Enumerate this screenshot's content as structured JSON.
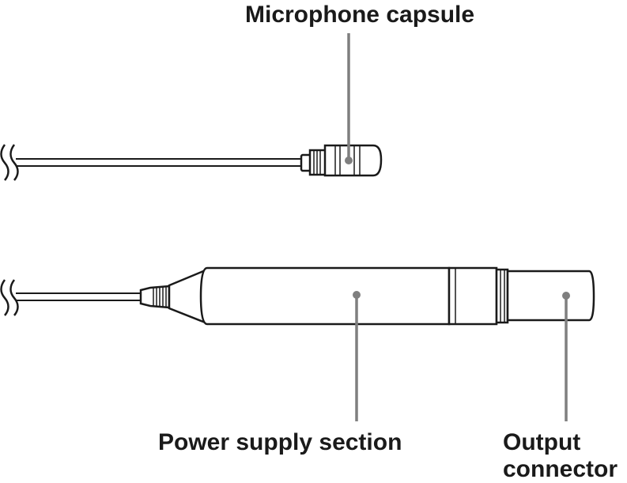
{
  "labels": {
    "microphone_capsule": "Microphone capsule",
    "power_supply_section": "Power supply section",
    "output_connector_line1": "Output",
    "output_connector_line2": "connector"
  },
  "colors": {
    "outline": "#1a1a1a",
    "leader": "#7f7f7f",
    "background": "#ffffff"
  }
}
